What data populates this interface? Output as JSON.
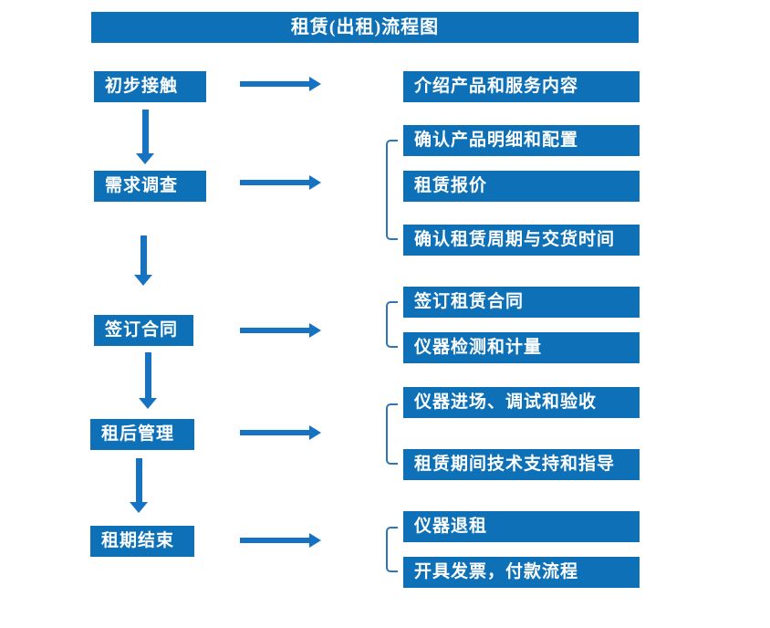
{
  "title": "租赁(出租)流程图",
  "colors": {
    "box_blue": "#0e71b8",
    "arrow_blue": "#1573c2",
    "bracket_blue": "#2e75b6",
    "text_white": "#ffffff"
  },
  "stages": [
    {
      "label": "初步接触",
      "details": [
        "介绍产品和服务内容"
      ]
    },
    {
      "label": "需求调查",
      "details": [
        "确认产品明细和配置",
        "租赁报价",
        "确认租赁周期与交货时间"
      ]
    },
    {
      "label": "签订合同",
      "details": [
        "签订租赁合同",
        "仪器检测和计量"
      ]
    },
    {
      "label": "租后管理",
      "details": [
        "仪器进场、调试和验收",
        "租赁期间技术支持和指导"
      ]
    },
    {
      "label": "租期结束",
      "details": [
        "仪器退租",
        "开具发票，付款流程"
      ]
    }
  ]
}
